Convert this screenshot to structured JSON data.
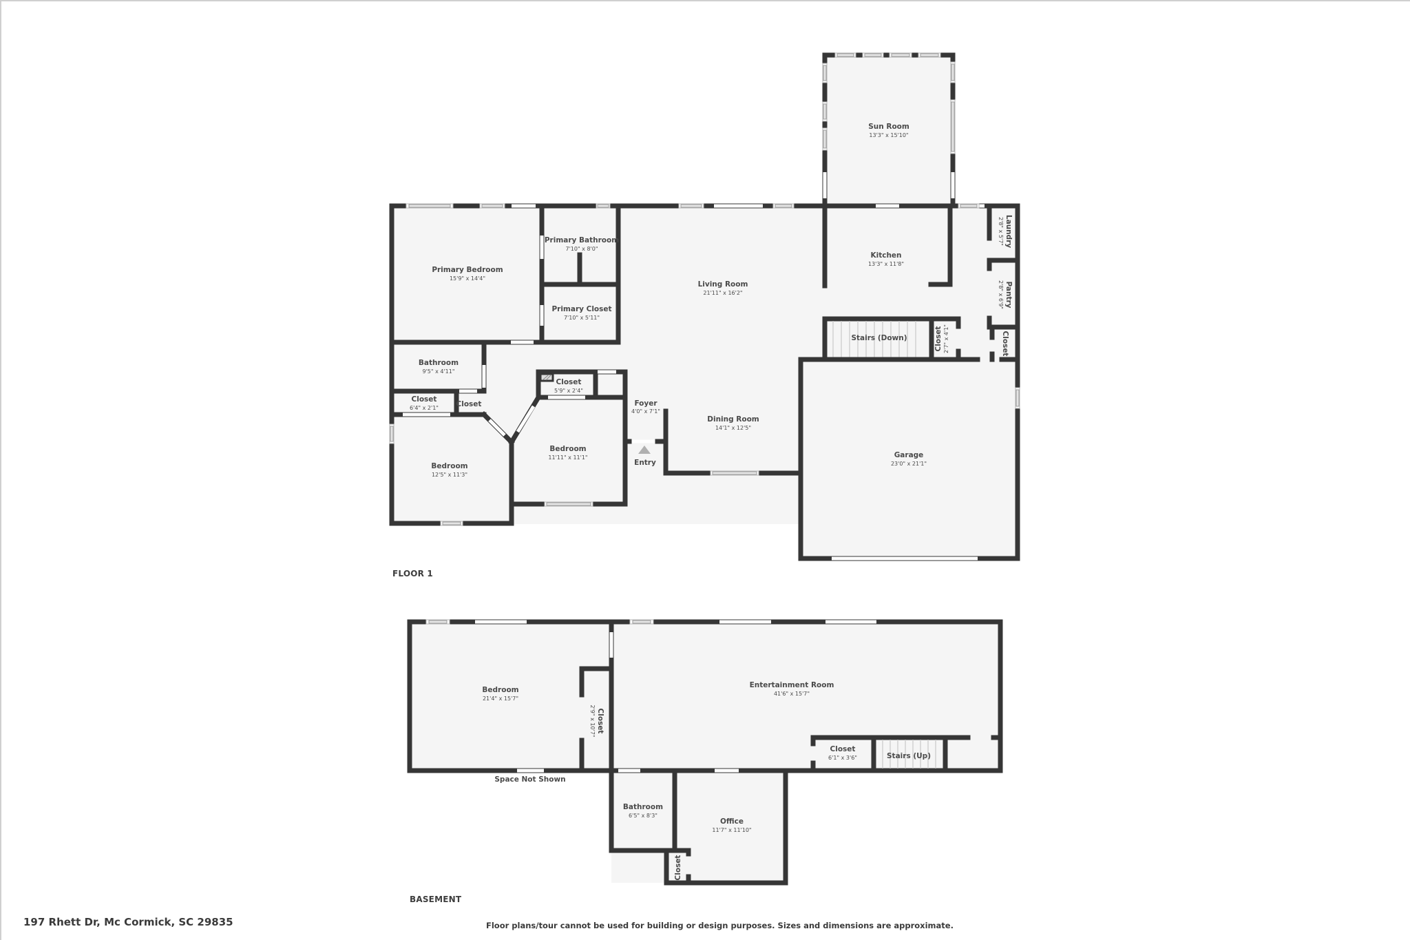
{
  "address": "197 Rhett Dr, Mc Cormick, SC 29835",
  "disclaimer": "Floor plans/tour cannot be used for building or design purposes. Sizes and dimensions are approximate.",
  "colors": {
    "wall": "#363636",
    "floor": "#f5f5f5",
    "text": "#3a3a3a",
    "window_pane": "#e4e4e4",
    "entry_marker": "#b0b0b0"
  },
  "floors": [
    {
      "label": "FLOOR 1",
      "rooms": [
        {
          "name": "Sun Room",
          "dims": "13'3\" x 15'10\""
        },
        {
          "name": "Primary Bedroom",
          "dims": "15'9\" x 14'4\""
        },
        {
          "name": "Primary Bathroom",
          "dims": "7'10\" x 8'0\""
        },
        {
          "name": "Primary Closet",
          "dims": "7'10\" x 5'11\""
        },
        {
          "name": "Living Room",
          "dims": "21'11\" x 16'2\""
        },
        {
          "name": "Kitchen",
          "dims": "13'3\" x 11'8\""
        },
        {
          "name": "Laundry",
          "dims": "2'8\" x 5'7\""
        },
        {
          "name": "Pantry",
          "dims": "2'8\" x 6'9\""
        },
        {
          "name": "Stairs (Down)",
          "dims": ""
        },
        {
          "name": "Closet",
          "dims": "2'7\" x 4'1\""
        },
        {
          "name": "Closet",
          "dims": ""
        },
        {
          "name": "Bathroom",
          "dims": "9'5\" x 4'11\""
        },
        {
          "name": "Closet",
          "dims": "6'4\" x 2'1\""
        },
        {
          "name": "Closet",
          "dims": ""
        },
        {
          "name": "Closet",
          "dims": "5'9\" x 2'4\""
        },
        {
          "name": "Foyer",
          "dims": "4'0\" x 7'1\""
        },
        {
          "name": "Dining Room",
          "dims": "14'1\" x 12'5\""
        },
        {
          "name": "Bedroom",
          "dims": "12'5\" x 11'3\""
        },
        {
          "name": "Bedroom",
          "dims": "11'11\" x 11'1\""
        },
        {
          "name": "Garage",
          "dims": "23'0\" x 21'1\""
        }
      ],
      "entry_label": "Entry"
    },
    {
      "label": "BASEMENT",
      "rooms": [
        {
          "name": "Bedroom",
          "dims": "21'4\" x 15'7\""
        },
        {
          "name": "Closet",
          "dims": "2'9\" x 10'7\""
        },
        {
          "name": "Entertainment Room",
          "dims": "41'6\" x 15'7\""
        },
        {
          "name": "Closet",
          "dims": "6'1\" x 3'6\""
        },
        {
          "name": "Stairs (Up)",
          "dims": ""
        },
        {
          "name": "Bathroom",
          "dims": "6'5\" x 8'3\""
        },
        {
          "name": "Office",
          "dims": "11'7\" x 11'10\""
        },
        {
          "name": "Closet",
          "dims": ""
        }
      ],
      "note": "Space Not Shown"
    }
  ]
}
